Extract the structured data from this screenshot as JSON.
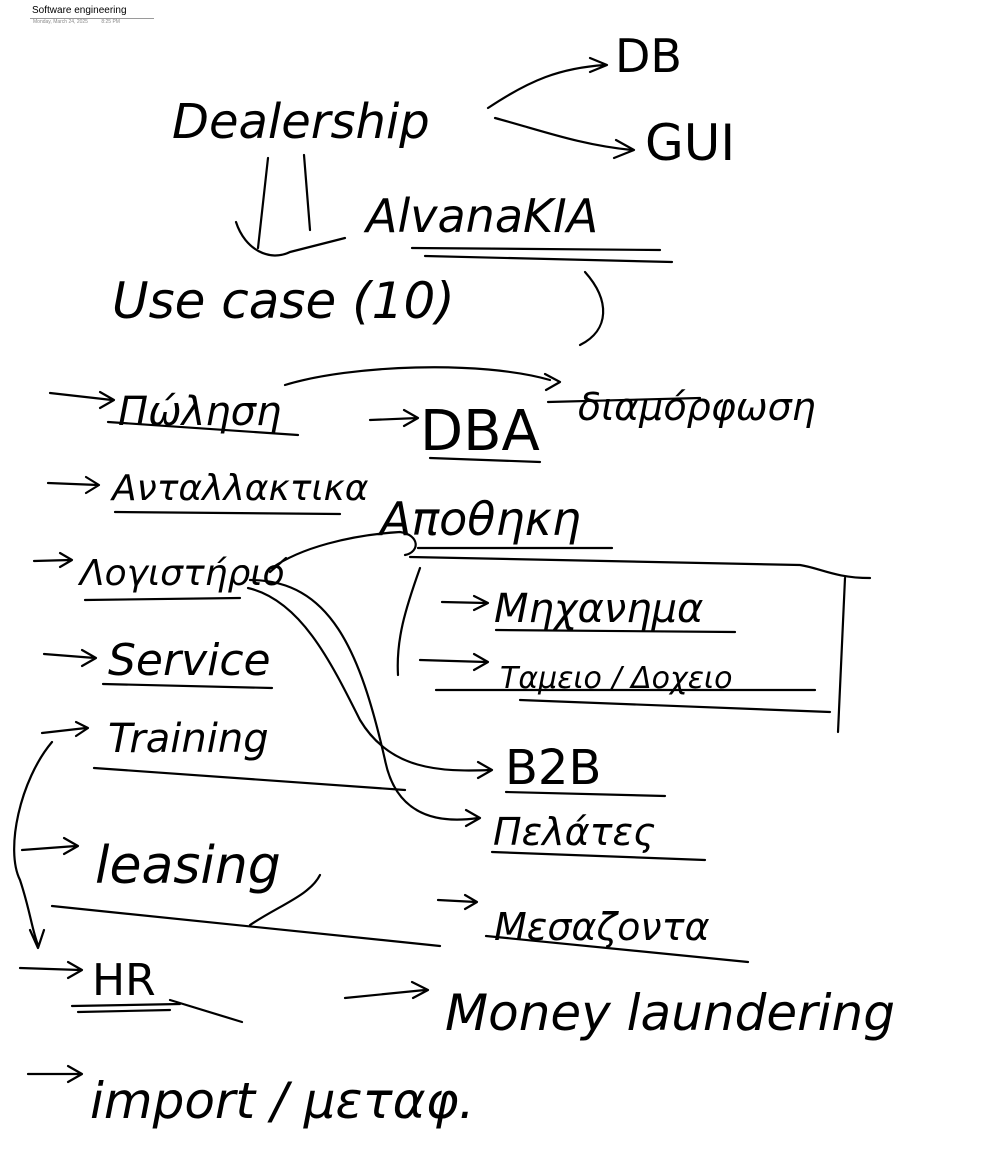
{
  "page": {
    "title": "Software engineering",
    "date": "Monday, March 24, 2025",
    "time": "8:25 PM"
  },
  "notes": {
    "dealership": "Dealership",
    "db": "DB",
    "gui": "GUI",
    "kia": "AlvanaKIA",
    "use_case": "Use case (10)",
    "polisi": "Πώληση",
    "dba": "DBA",
    "diamorfosi": "διαμόρφωση",
    "antallaktika": "Ανταλλακτικα",
    "apothiki": "Αποθηκη",
    "logistirio": "Λογιστήριο",
    "mixanima": "Μηχανημα",
    "tsetsokastro": "Ταμειο / Δοχειο",
    "service": "Service",
    "training": "Training",
    "b2b": "B2B",
    "pelates": "Πελάτες",
    "leasing": "leasing",
    "mesazontes": "Μεσαζοντα",
    "hr": "HR",
    "money_laundering": "Money laundering",
    "import_metafores": "import / μεταφ."
  }
}
